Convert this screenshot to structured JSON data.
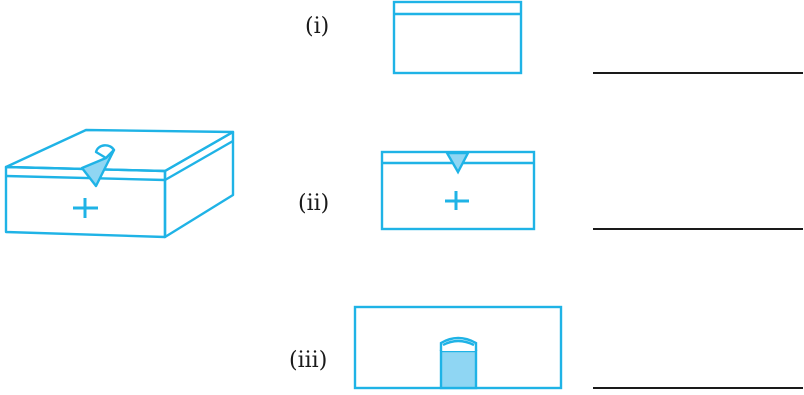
{
  "views": [
    {
      "label": "(i)"
    },
    {
      "label": "(ii)"
    },
    {
      "label": "(iii)"
    }
  ],
  "colors": {
    "stroke": "#1fb3e6",
    "fill": "#8fd6f3",
    "text": "#1a1a1a",
    "line": "#1a1a1a"
  },
  "icons": {
    "box": "first-aid-box-3d",
    "symbol": "plus-icon",
    "latch": "latch-icon"
  }
}
